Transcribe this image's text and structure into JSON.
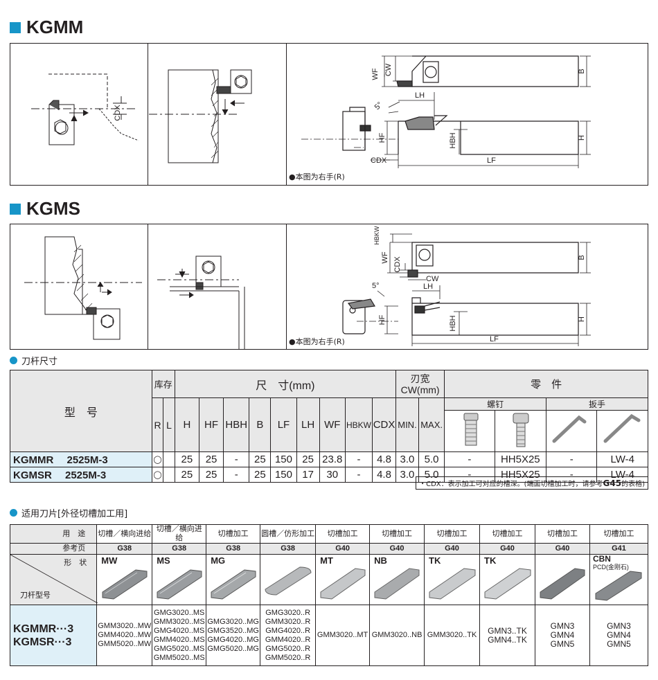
{
  "kgmm": {
    "title": "KGMM",
    "note": "●本图为右手(R)"
  },
  "kgms": {
    "title": "KGMS",
    "note": "●本图为右手(R)"
  },
  "dims_kgmm": {
    "wf": "WF",
    "cw": "CW",
    "b": "B",
    "lh": "LH",
    "angle": "5°",
    "hf": "HF",
    "hbh": "HBH",
    "h": "H",
    "cdx": "CDX",
    "lf": "LF",
    "cdx_small": "CDX"
  },
  "dims_kgms": {
    "hbkw": "HBKW",
    "wf": "WF",
    "cdx": "CDX",
    "cw": "CW",
    "b": "B",
    "lh": "LH",
    "angle": "5°",
    "hf": "HF",
    "hbh": "HBH",
    "h": "H",
    "lf": "LF"
  },
  "spec": {
    "section": "刀杆尺寸",
    "model_header": "型　号",
    "stock_header": "库存",
    "size_header": "尺　寸(mm)",
    "width_header_1": "刃宽",
    "width_header_2": "CW(mm)",
    "parts_header": "零　件",
    "screw_header": "螺钉",
    "wrench_header": "扳手",
    "cols": [
      "R",
      "L",
      "H",
      "HF",
      "HBH",
      "B",
      "LF",
      "LH",
      "WF",
      "HBKW",
      "CDX",
      "MIN.",
      "MAX."
    ],
    "rows": [
      {
        "model": "KGMMR　 2525M-3",
        "r": "◯",
        "l": "",
        "h": "25",
        "hf": "25",
        "hbh": "-",
        "b": "25",
        "lf": "150",
        "lh": "25",
        "wf": "23.8",
        "hbkw": "-",
        "cdx": "4.8",
        "min": "3.0",
        "max": "5.0",
        "p1": "-",
        "p2": "HH5X25",
        "p3": "-",
        "p4": "LW-4"
      },
      {
        "model": "KGMSR　 2525M-3",
        "r": "◯",
        "l": "",
        "h": "25",
        "hf": "25",
        "hbh": "-",
        "b": "25",
        "lf": "150",
        "lh": "17",
        "wf": "30",
        "hbkw": "-",
        "cdx": "4.8",
        "min": "3.0",
        "max": "5.0",
        "p1": "-",
        "p2": "HH5X25",
        "p3": "-",
        "p4": "LW-4"
      }
    ],
    "cdx_note_pre": "・CDX：表示加工可对应的槽深。(端面切槽加工时，请参考",
    "cdx_note_ref": "G45",
    "cdx_note_post": "的表格)"
  },
  "inserts": {
    "section": "适用刀片[外径切槽加工用]",
    "use_label": "用　途",
    "page_label": "参考页",
    "shape_label": "形　状",
    "holder_label": "刀杆型号",
    "holders": [
      "KGMMR···3",
      "KGMSR···3"
    ],
    "cols": [
      {
        "use": "切槽／横向进给",
        "page": "G38",
        "code": "MW",
        "items": [
          "GMM3020..MW",
          "GMM4020..MW",
          "GMM5020..MW"
        ]
      },
      {
        "use": "切槽／横向进给",
        "page": "G38",
        "code": "MS",
        "items": [
          "GMG3020..MS",
          "GMM3020..MS",
          "GMG4020..MS",
          "GMM4020..MS",
          "GMG5020..MS",
          "GMM5020..MS"
        ]
      },
      {
        "use": "切槽加工",
        "page": "G38",
        "code": "MG",
        "items": [
          "GMG3020..MG",
          "GMG3520..MG",
          "GMG4020..MG",
          "GMG5020..MG"
        ]
      },
      {
        "use": "圆槽／仿形加工",
        "page": "G38",
        "code": "",
        "items": [
          "GMG3020..R",
          "GMM3020..R",
          "GMG4020..R",
          "GMM4020..R",
          "GMG5020..R",
          "GMM5020..R"
        ]
      },
      {
        "use": "切槽加工",
        "page": "G40",
        "code": "MT",
        "items": [
          "GMM3020..MT"
        ]
      },
      {
        "use": "切槽加工",
        "page": "G40",
        "code": "NB",
        "items": [
          "GMM3020..NB"
        ]
      },
      {
        "use": "切槽加工",
        "page": "G40",
        "code": "TK",
        "items": [
          "GMM3020..TK"
        ]
      },
      {
        "use": "切槽加工",
        "page": "G40",
        "code": "TK",
        "items": [
          "GMN3..TK",
          "GMN4..TK"
        ]
      },
      {
        "use": "切槽加工",
        "page": "G40",
        "code": "",
        "items": [
          "GMN3",
          "GMN4",
          "GMN5"
        ]
      },
      {
        "use": "切槽加工",
        "page": "G41",
        "code": "CBN",
        "code_sub": "PCD(金刚石)",
        "items": [
          "GMN3",
          "GMN4",
          "GMN5"
        ]
      }
    ]
  }
}
